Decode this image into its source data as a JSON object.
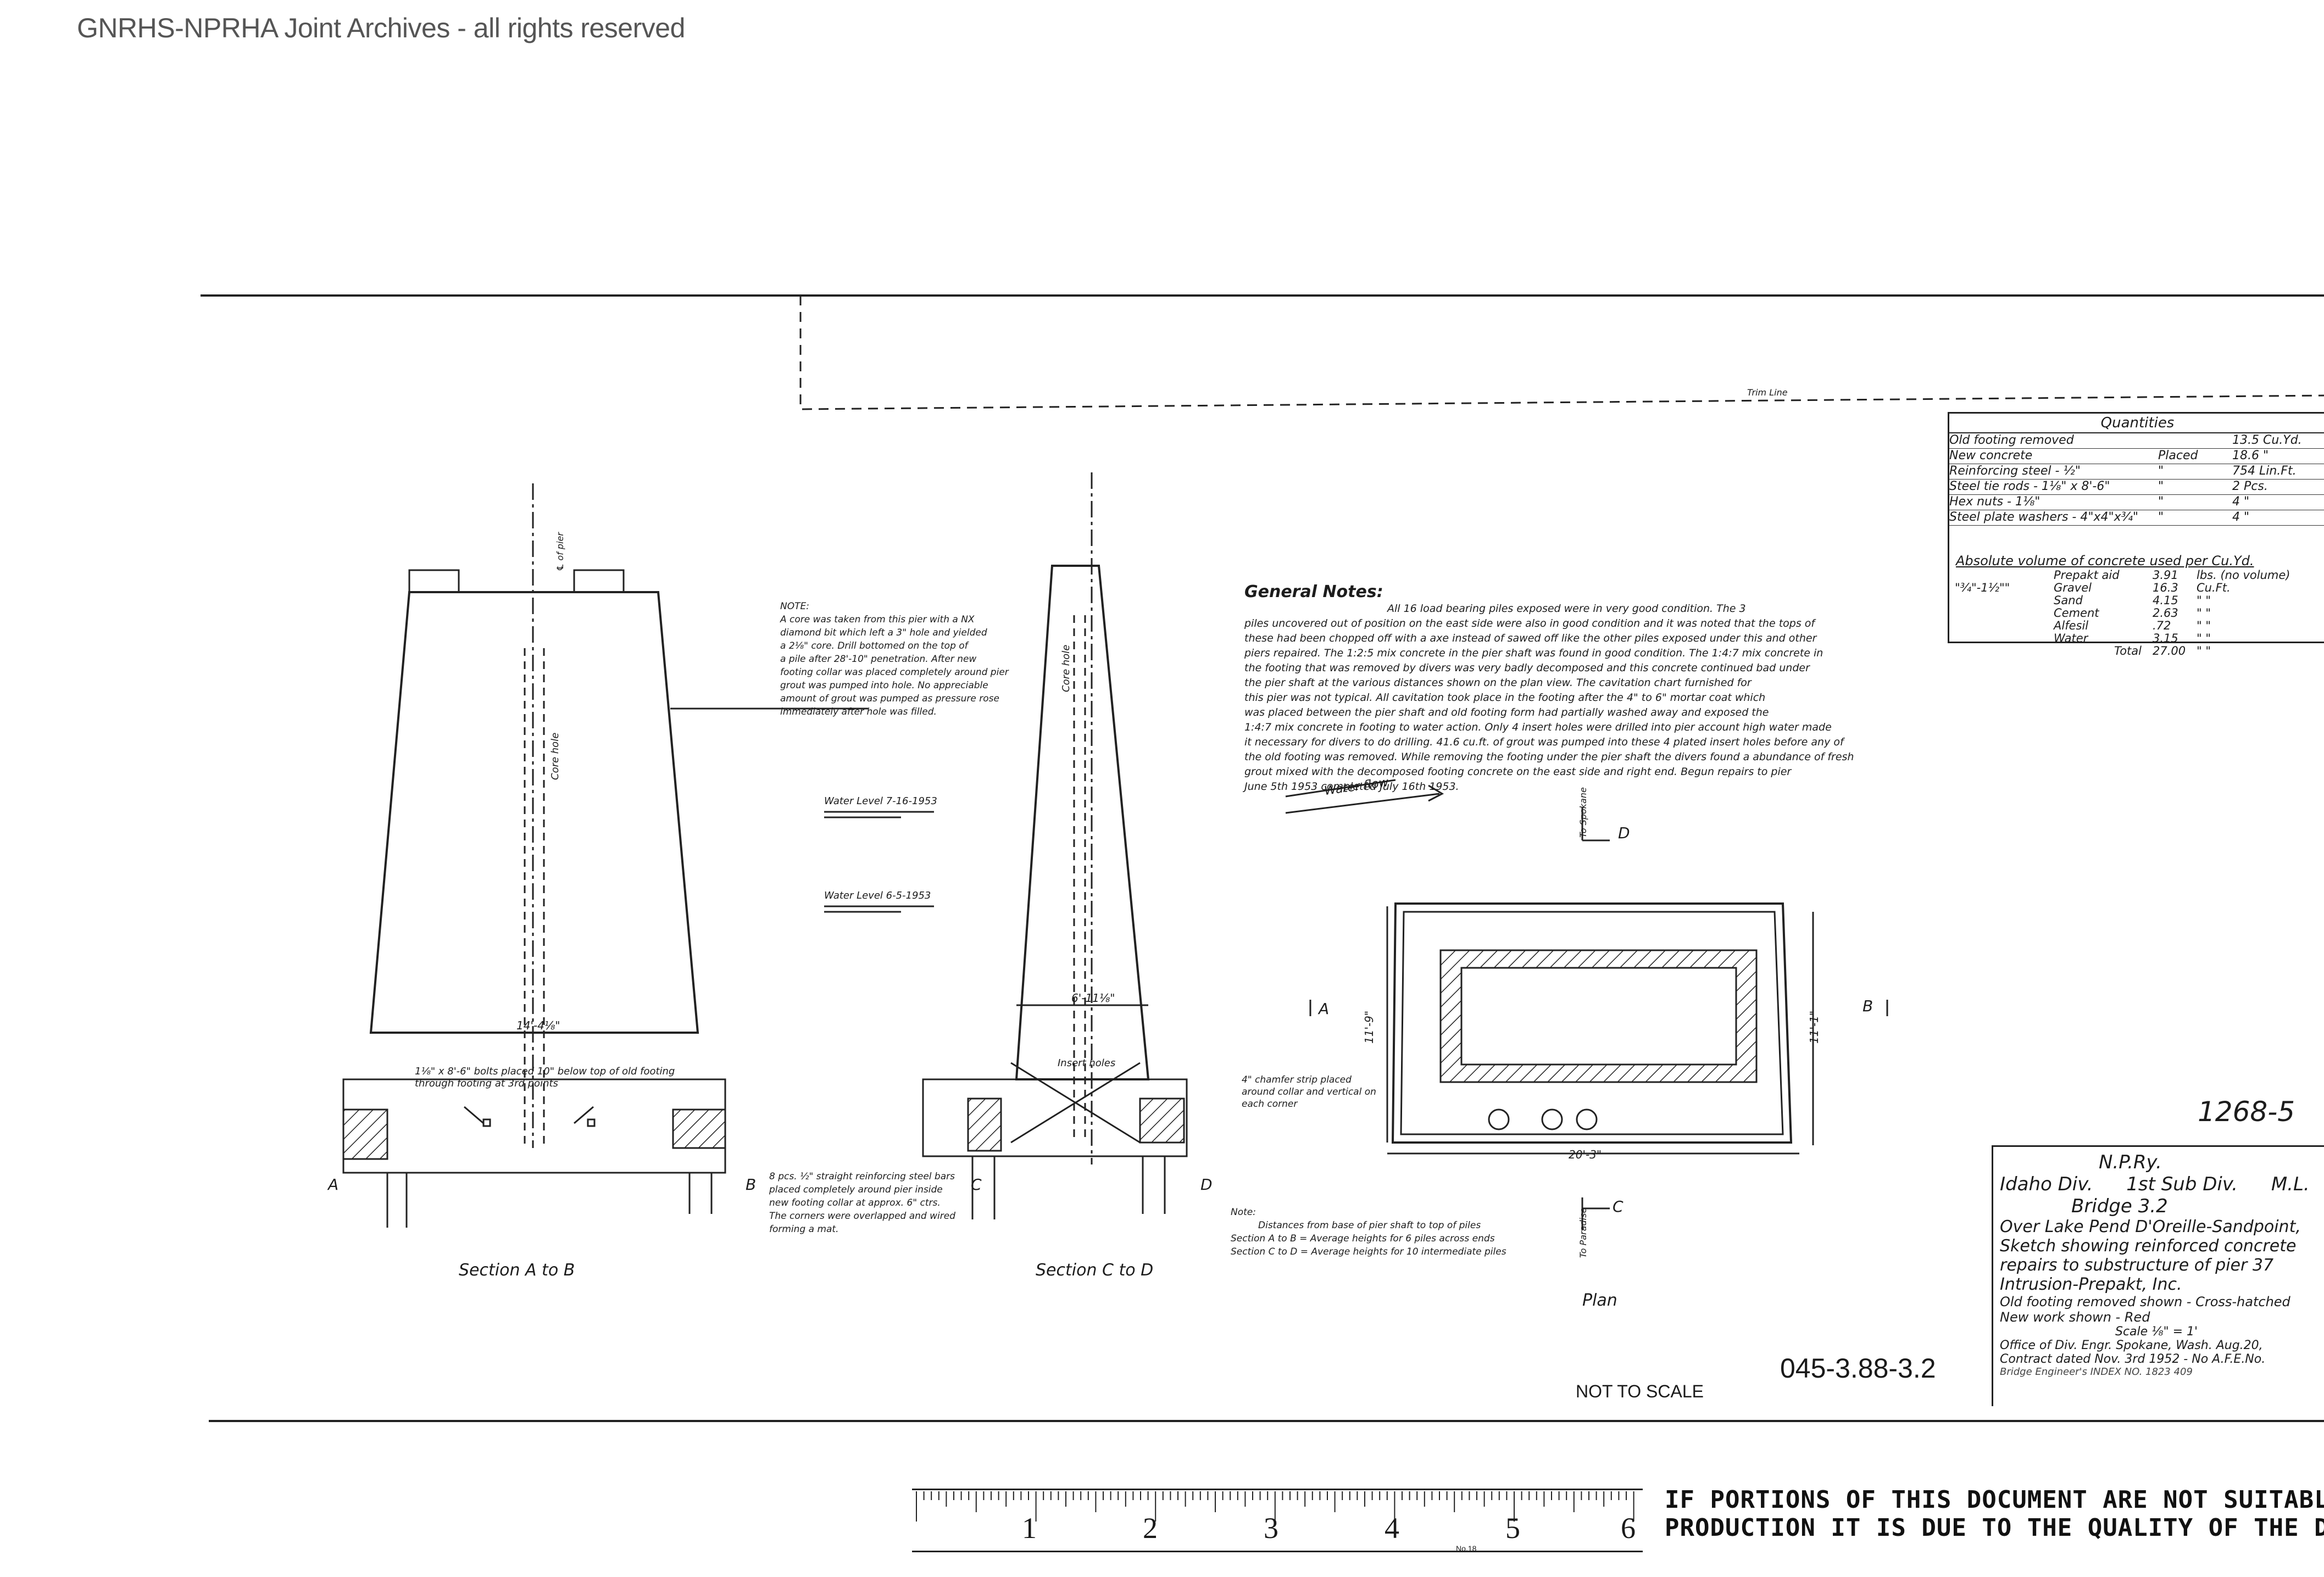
{
  "watermark": "GNRHS-NPRHA Joint Archives - all rights reserved",
  "sections": {
    "a_to_b": "Section  A to B",
    "c_to_d": "Section  C to D",
    "plan": "Plan"
  },
  "markers": {
    "a": "A",
    "b": "B",
    "c": "C",
    "d": "D"
  },
  "left_note": {
    "title": "NOTE:",
    "lines": [
      "A core was taken from this pier with a NX",
      "diamond bit which left a 3\" hole and yielded",
      "a 2⅛\" core. Drill bottomed on the top of",
      "a pile after 28'-10\" penetration. After new",
      "footing collar was placed completely around pier",
      "grout was pumped into hole. No appreciable",
      "amount of grout was pumped as pressure rose",
      "immediately after hole was filled."
    ]
  },
  "general_notes": {
    "title": "General Notes:",
    "lines": [
      "All 16 load bearing piles exposed were in very good condition. The 3",
      "piles uncovered out of position on the east side were also in good condition and it was noted that the tops of",
      "these had been chopped off with a axe instead of sawed off like the other piles exposed under this and other",
      "piers repaired. The 1:2:5 mix concrete in the pier shaft was found in good condition. The 1:4:7 mix concrete in",
      "the footing that was removed by divers was very badly decomposed and this concrete continued bad under",
      "the pier shaft at the various distances shown on the plan view. The cavitation chart furnished for",
      "this pier was not typical. All cavitation took place in the footing after the 4\" to 6\" mortar coat which",
      "was placed between the pier shaft and old footing form had partially washed away and exposed the",
      "1:4:7 mix concrete in footing to water action. Only 4 insert holes were drilled into pier account high water made",
      "it necessary for divers to do drilling. 41.6 cu.ft. of grout was pumped into these 4 plated insert holes before any of",
      "the old footing was removed. While removing the footing under the pier shaft the divers found a abundance of fresh",
      "grout mixed with the decomposed footing concrete on the east side and right end. Begun repairs to pier",
      "June 5th 1953 completed July 16th 1953."
    ]
  },
  "labels": {
    "water_level_1": "Water Level  7-16-1953",
    "water_level_2": "Water Level  6-5-1953",
    "water_flow": "Water flow",
    "trim_line": "Trim Line",
    "core_hole": "Core hole",
    "insert_holes": "Insert holes",
    "to_spokane": "To Spokane",
    "to_paradise": "To Paradise",
    "dim_width_a": "14'-4⅛\"",
    "dim_width_c": "6'-11⅛\"",
    "dim_plan_len": "20'-3\"",
    "dim_plan_h": "11'-9\"",
    "dim_plan_h2": "11'-1\"",
    "bolts_note": "1⅛\" x 8'-6\" bolts placed 10\" below top of old footing through footing at 3rd points",
    "rebar_note": "8 pcs. ½\" straight reinforcing steel bars placed completely around pier inside new footing collar at approx. 6\" ctrs. The corners were overlapped and wired forming a mat.",
    "chamfer_note": "4\" chamfer strip placed around collar and vertical on each corner",
    "c_of_pier": "℄ of pier"
  },
  "bottom_note": {
    "title": "Note:",
    "lines": [
      "Distances from base of pier shaft to top of piles",
      "Section A to B = Average heights for 6 piles across ends",
      "Section C to D = Average heights for 10 intermediate piles"
    ]
  },
  "quantities": {
    "title": "Quantities",
    "rows": [
      {
        "item": "Old footing removed",
        "note": "",
        "qty": "13.5 Cu.Yd."
      },
      {
        "item": "New concrete",
        "note": "Placed",
        "qty": "18.6  \""
      },
      {
        "item": "Reinforcing steel - ½\"",
        "note": "\"",
        "qty": "754 Lin.Ft."
      },
      {
        "item": "Steel tie rods - 1⅛\" x 8'-6\"",
        "note": "\"",
        "qty": "2  Pcs."
      },
      {
        "item": "Hex nuts - 1⅛\"",
        "note": "\"",
        "qty": "4  \""
      },
      {
        "item": "Steel plate washers - 4\"x4\"x¾\"",
        "note": "\"",
        "qty": "4  \""
      }
    ],
    "absolute_title": "Absolute volume of concrete used per Cu.Yd.",
    "absolute_rows": [
      {
        "size": "",
        "item": "Prepakt aid",
        "val": "3.91",
        "unit": "lbs.  (no volume)"
      },
      {
        "size": "\"¾\"-1½\"\"",
        "item": "Gravel",
        "val": "16.3",
        "unit": "Cu.Ft."
      },
      {
        "size": "",
        "item": "Sand",
        "val": "4.15",
        "unit": "\"  \""
      },
      {
        "size": "",
        "item": "Cement",
        "val": "2.63",
        "unit": "\"  \""
      },
      {
        "size": "",
        "item": "Alfesil",
        "val": ".72",
        "unit": "\"  \""
      },
      {
        "size": "",
        "item": "Water",
        "val": "3.15",
        "unit": "\"  \""
      },
      {
        "size": "",
        "item": "Total",
        "val": "27.00",
        "unit": "\"  \""
      }
    ]
  },
  "title_block": {
    "handwritten_number": "1268-5",
    "railway": "N.P.Ry.",
    "division": "Idaho Div.",
    "subdivision": "1st Sub Div.",
    "ml": "M.L.",
    "bridge": "Bridge  3.2",
    "desc_1": "Over Lake Pend D'Oreille-Sandpoint,",
    "desc_2": "Sketch showing reinforced concrete",
    "desc_3": "repairs to substructure of pier 37",
    "desc_4": "Intrusion-Prepakt, Inc.",
    "legend_1": "Old footing removed shown - Cross-hatched",
    "legend_2": "New work shown  -   Red",
    "scale": "Scale   ⅛\" = 1'",
    "office": "Office of Div. Engr.   Spokane, Wash. Aug.20,",
    "contract": "Contract dated Nov. 3rd 1952 - No A.F.E.No.",
    "index": "Bridge Engineer's  INDEX NO. 1823  409"
  },
  "drawing_number": "045-3.88-3.2",
  "not_to_scale": "NOT TO SCALE",
  "stamp": {
    "line1": "IF PORTIONS OF THIS DOCUMENT ARE NOT SUITABLE FOR RE-",
    "line2": "PRODUCTION IT IS DUE TO THE QUALITY OF THE DOCUMENT."
  },
  "ruler": {
    "numbers": [
      "1",
      "2",
      "3",
      "4",
      "5",
      "6"
    ],
    "label": "No.18"
  }
}
